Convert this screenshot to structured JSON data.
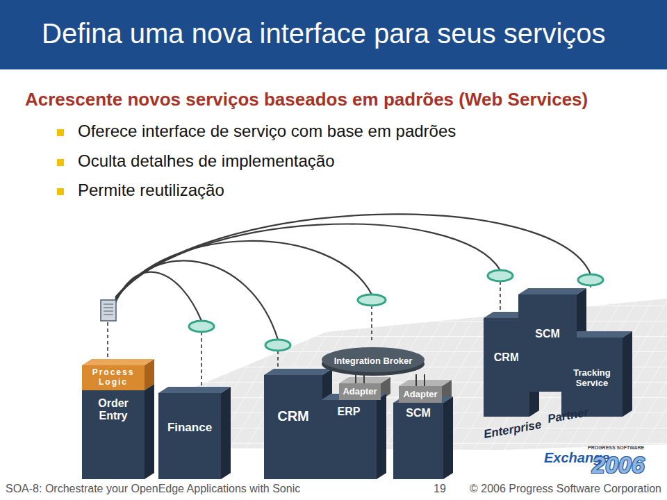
{
  "diagram": {
    "title": "Defina uma nova interface para seus serviços",
    "nodes": [
      {
        "text": [
          "Process Logic"
        ]
      },
      {
        "text": [
          "Order Entry"
        ]
      },
      {
        "text": [
          "Finance"
        ]
      },
      {
        "text": [
          "CRM"
        ]
      },
      {
        "text": [
          "Integration Broker"
        ]
      },
      {
        "text": [
          "Adapter"
        ]
      },
      {
        "text": [
          "ERP"
        ]
      },
      {
        "text": [
          "Adapter"
        ]
      },
      {
        "text": [
          "SCM"
        ]
      },
      {
        "text": [
          "CRM"
        ]
      },
      {
        "text": [
          "SCM"
        ]
      },
      {
        "text": [
          "Tracking Service"
        ]
      }
    ],
    "edges": [
      {
        "from": 4,
        "to": 5,
        "arrow": "none"
      },
      {
        "from": 4,
        "to": 7,
        "arrow": "none"
      }
    ],
    "labels": [
      "Acrescente novos serviços baseados em padrões (Web Services)",
      "Oferece interface de serviço com base em padrões",
      "Oculta detalhes de implementação",
      "Permite reutilização",
      "Enterprise",
      "Partner",
      "PROGRESS SOFTWARE",
      "Exchange",
      "2006",
      "SOA-8: Orchestrate your OpenEdge Applications with Sonic",
      "19",
      "© 2006 Progress Software Corporation"
    ]
  }
}
